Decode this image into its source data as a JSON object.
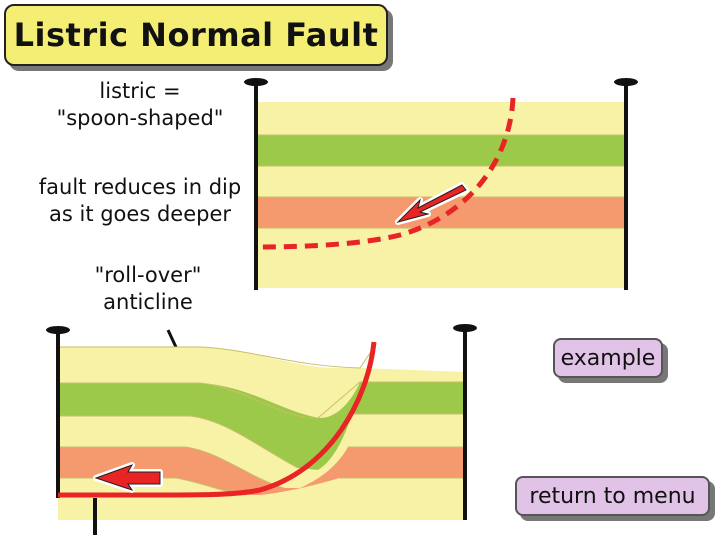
{
  "title": "Listric Normal Fault",
  "captions": {
    "listric_line1": "listric =",
    "listric_line2": "\"spoon-shaped\"",
    "dip_line1": "fault reduces in dip",
    "dip_line2": "as it goes deeper",
    "rollover_line1": "\"roll-over\"",
    "rollover_line2": "anticline"
  },
  "buttons": {
    "example": "example",
    "return_to_menu": "return to menu"
  },
  "colors": {
    "layer_yellow": "#f8f2a6",
    "layer_green": "#9cc94a",
    "layer_orange": "#f59a6e",
    "fault_red": "#e82424",
    "title_yellow": "#f4ee75",
    "button_purple": "#e1c3e8"
  },
  "icons": {
    "top_arrow": "motion-arrow-down-left",
    "bottom_arrow": "motion-arrow-left"
  }
}
